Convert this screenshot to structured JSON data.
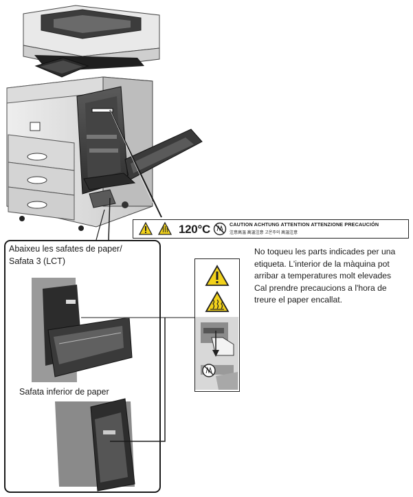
{
  "warning_label": {
    "temperature": "120°C",
    "caution_line": "CAUTION  ACHTUNG  ATTENTION  ATTENZIONE  PRECAUCIÓN",
    "asian_line": "注意高温  高温注意  고온주의  高温注意"
  },
  "inset": {
    "caption_top_line1": "Abaixeu les safates de paper/",
    "caption_top_line2": "Safata 3 (LCT)",
    "caption_bottom": "Safata inferior de paper"
  },
  "note": {
    "lines": [
      "No toqueu les parts indicades per una",
      "etiqueta. L'interior de la màquina pot",
      "arribar a temperatures molt elevades",
      "Cal prendre precaucions a l'hora de",
      "treure el paper encallat."
    ]
  },
  "icons": {
    "triangle_warning": "warning-triangle-icon",
    "hot_surface": "hot-surface-icon",
    "no_touch": "no-touch-icon"
  },
  "colors": {
    "warning_yellow": "#f2d21b",
    "line": "#1a1a1a"
  }
}
